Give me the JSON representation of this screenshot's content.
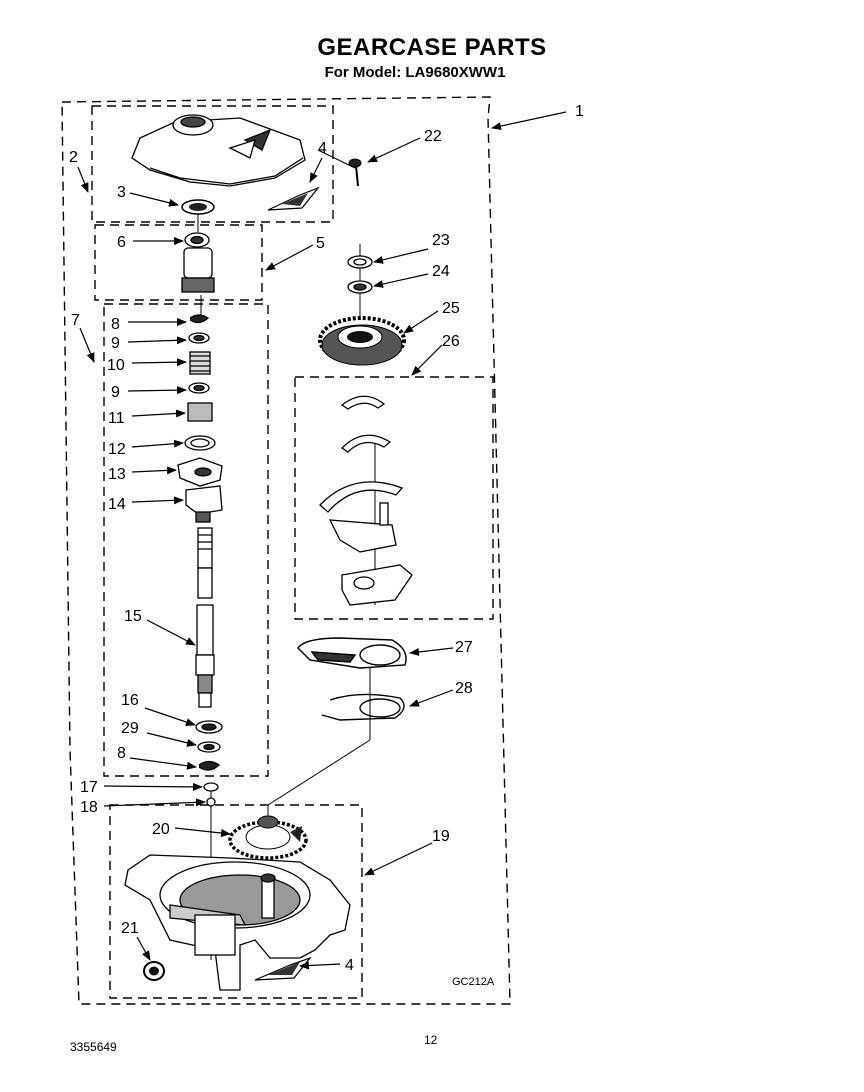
{
  "header": {
    "title": "GEARCASE PARTS",
    "subtitle": "For Model: LA9680XWW1"
  },
  "parts": {
    "p1": "1",
    "p2": "2",
    "p3": "3",
    "p4a": "4",
    "p4b": "4",
    "p5": "5",
    "p6": "6",
    "p7": "7",
    "p8a": "8",
    "p8b": "8",
    "p9a": "9",
    "p9b": "9",
    "p10": "10",
    "p11": "11",
    "p12": "12",
    "p13": "13",
    "p14": "14",
    "p15": "15",
    "p16": "16",
    "p17": "17",
    "p18": "18",
    "p19": "19",
    "p20": "20",
    "p21": "21",
    "p22": "22",
    "p23": "23",
    "p24": "24",
    "p25": "25",
    "p26": "26",
    "p27": "27",
    "p28": "28",
    "p29": "29"
  },
  "drawing_code": "GC212A",
  "footer": {
    "document_number": "3355649",
    "page_number": "12"
  }
}
